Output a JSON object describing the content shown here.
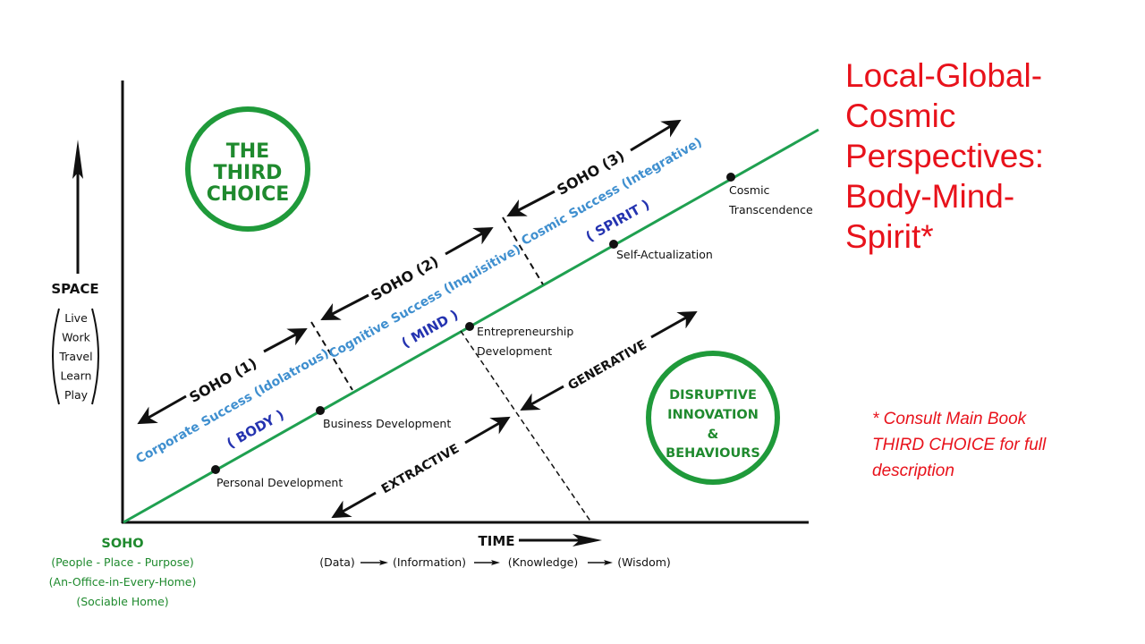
{
  "title_lines": [
    "Local-Global-",
    "Cosmic",
    "Perspectives:",
    "Body-Mind-",
    "Spirit*"
  ],
  "footnote_lines": [
    "* Consult Main Book",
    "THIRD CHOICE for full",
    "description"
  ],
  "colors": {
    "title_red": "#e8121b",
    "green_line": "#1fa050",
    "circle_green": "#1f9a3a",
    "label_green": "#1f8a2e",
    "light_blue": "#3f8fcf",
    "dark_blue": "#2433b0",
    "black": "#111111"
  },
  "y_axis": {
    "label": "SPACE",
    "activities": [
      "Live",
      "Work",
      "Travel",
      "Learn",
      "Play"
    ]
  },
  "x_axis": {
    "label": "TIME",
    "progression": [
      "(Data)",
      "(Information)",
      "(Knowledge)",
      "(Wisdom)"
    ]
  },
  "origin": {
    "label": "SOHO",
    "sublines": [
      "(People - Place - Purpose)",
      "(An-Office-in-Every-Home)",
      "(Sociable Home)"
    ]
  },
  "circles": {
    "third_choice": [
      "THE",
      "THIRD",
      "CHOICE"
    ],
    "disruptive": [
      "DISRUPTIVE",
      "INNOVATION",
      "&",
      "BEHAVIOURS"
    ]
  },
  "stages": [
    {
      "soho": "SOHO (1)",
      "success": "Corporate Success (Idolatrous)",
      "dimension": "( BODY )"
    },
    {
      "soho": "SOHO (2)",
      "success": "Cognitive Success (Inquisitive)",
      "dimension": "( MIND )"
    },
    {
      "soho": "SOHO (3)",
      "success": "Cosmic Success (Integrative)",
      "dimension": "( SPIRIT )"
    }
  ],
  "milestones": [
    {
      "label_lines": [
        "Personal Development"
      ]
    },
    {
      "label_lines": [
        "Business Development"
      ]
    },
    {
      "label_lines": [
        "Entrepreneurship",
        "Development"
      ]
    },
    {
      "label_lines": [
        "Self-Actualization"
      ]
    },
    {
      "label_lines": [
        "Cosmic",
        "Transcendence"
      ]
    }
  ],
  "modes": {
    "extractive": "EXTRACTIVE",
    "generative": "GENERATIVE"
  }
}
